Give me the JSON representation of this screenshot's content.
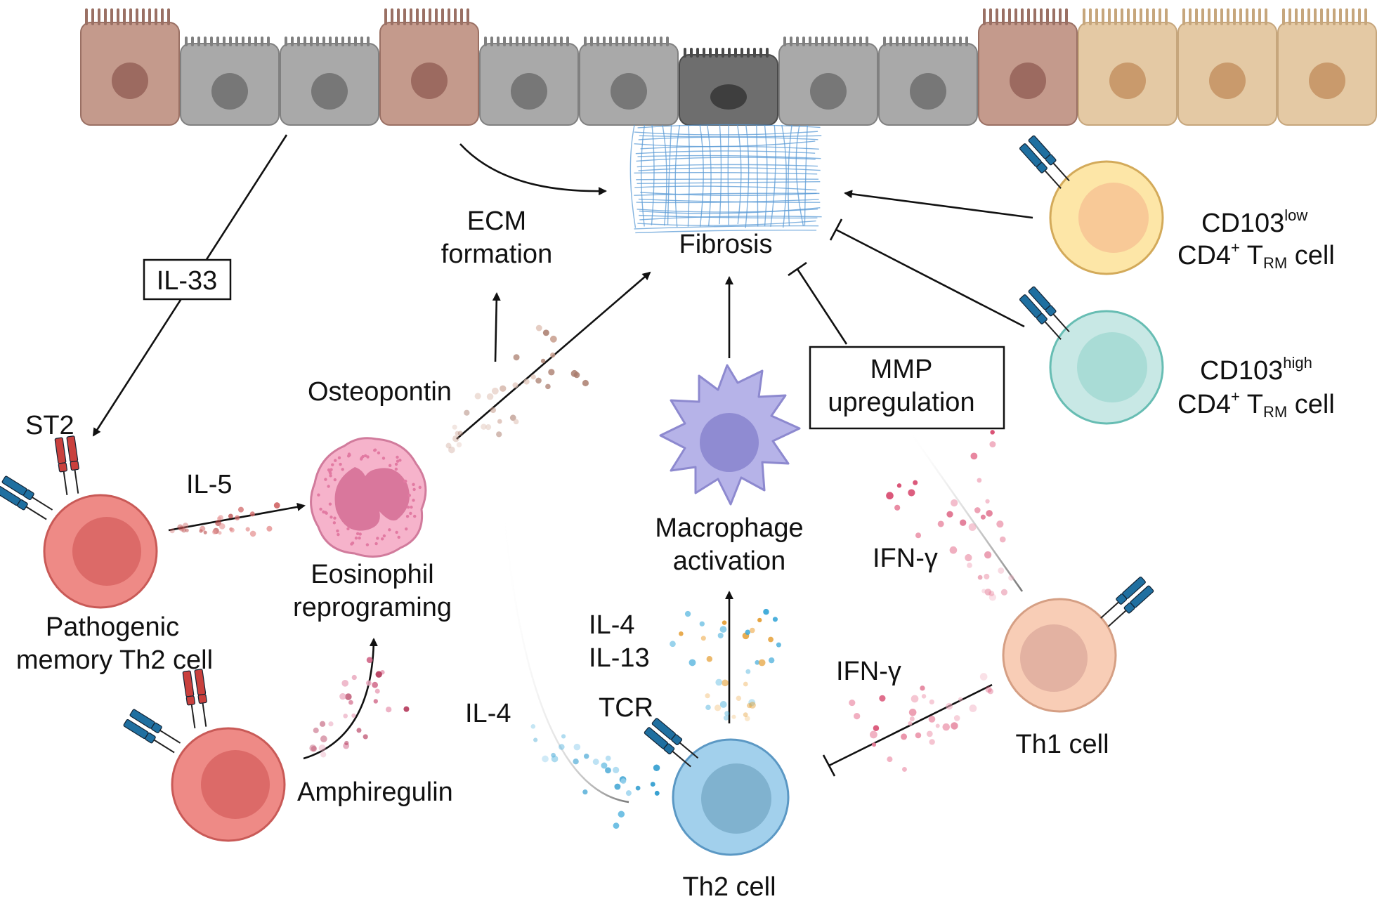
{
  "colors": {
    "epithelium_gray": "#a9a9a9",
    "epithelium_brown": "#c49a8c",
    "epithelium_tan": "#e4c9a4",
    "epithelium_dark": "#6e6e6e",
    "th2_pathogenic": "#ea7f7c",
    "eosinophil": "#f3a9c2",
    "macrophage": "#b4b2e6",
    "th2_cell": "#9ccbe9",
    "th1_cell": "#f6cbb4",
    "trm_low": "#fbe3a6",
    "trm_high": "#c3e6e2",
    "fibrosis_mesh": "#5b9bd5",
    "receptor_blue": "#1f6fa0",
    "receptor_red": "#c9403d"
  },
  "labels": {
    "il33": "IL-33",
    "st2": "ST2",
    "il5": "IL-5",
    "pathogenic_line1": "Pathogenic",
    "pathogenic_line2": "memory Th2 cell",
    "eosinophil_line1": "Eosinophil",
    "eosinophil_line2": "reprograming",
    "osteopontin": "Osteopontin",
    "amphiregulin": "Amphiregulin",
    "ecm_line1": "ECM",
    "ecm_line2": "formation",
    "fibrosis": "Fibrosis",
    "macrophage_line1": "Macrophage",
    "macrophage_line2": "activation",
    "il4_il13_line1": "IL-4",
    "il4_il13_line2": "IL-13",
    "il4": "IL-4",
    "tcr": "TCR",
    "th2_cell": "Th2 cell",
    "mmp_line1": "MMP",
    "mmp_line2": "upregulation",
    "ifng_upper": "IFN-γ",
    "ifng_lower": "IFN-γ",
    "th1_cell": "Th1 cell",
    "trm_low_name": "CD103",
    "trm_low_sup": "low",
    "trm_high_name": "CD103",
    "trm_high_sup": "high",
    "trm_line2_a": "CD4",
    "trm_line2_plus": "+",
    "trm_line2_b": " T",
    "trm_line2_sub": "RM",
    "trm_line2_c": " cell"
  }
}
